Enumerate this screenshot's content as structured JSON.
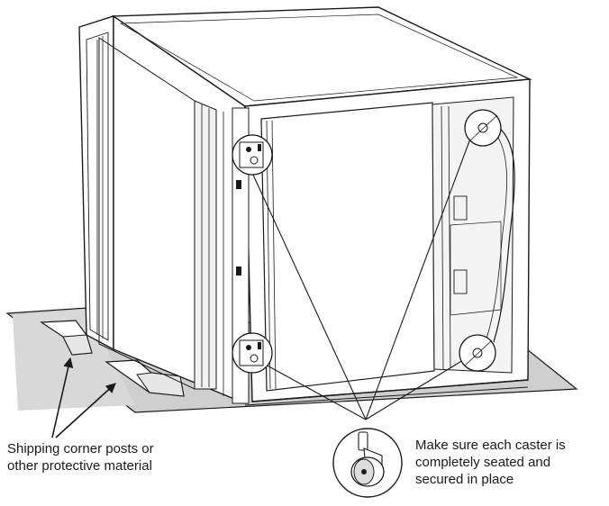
{
  "diagram": {
    "callouts": {
      "shipping_posts": {
        "lines": [
          "Shipping corner posts or",
          "other protective material"
        ]
      },
      "caster": {
        "lines": [
          "Make sure each caster is",
          "completely seated and",
          "secured in place"
        ]
      }
    },
    "colors": {
      "ink": "#1a1a1a",
      "shade": "#cfcfcf",
      "paper": "#ffffff"
    },
    "icons": [
      "caster-wheel-icon",
      "arrow-icon"
    ]
  }
}
